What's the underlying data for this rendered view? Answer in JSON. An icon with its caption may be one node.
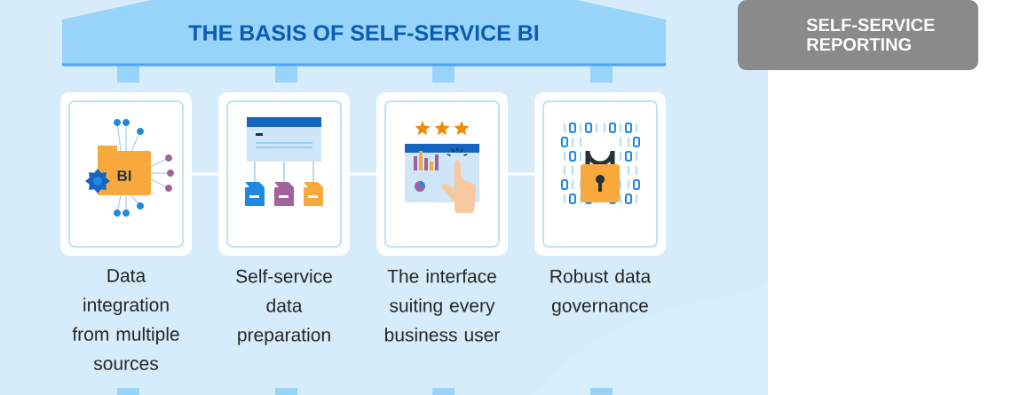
{
  "diagram": {
    "nodes": [
      {
        "text": [
          "THE BASIS OF SELF-SERVICE BI"
        ]
      },
      {
        "text": [
          "Data integration from multiple sources"
        ]
      },
      {
        "text": [
          "Self-service data preparation"
        ]
      },
      {
        "text": [
          "The interface suiting every business user"
        ]
      },
      {
        "text": [
          "Robust data governance"
        ]
      },
      {
        "text": [
          "SELF-SERVICE REPORTING"
        ]
      }
    ],
    "edges": [
      {
        "from": 1,
        "to": 2,
        "arrow": "none"
      },
      {
        "from": 2,
        "to": 3,
        "arrow": "none"
      },
      {
        "from": 3,
        "to": 4,
        "arrow": "none"
      }
    ],
    "labels": [
      "BI"
    ]
  }
}
